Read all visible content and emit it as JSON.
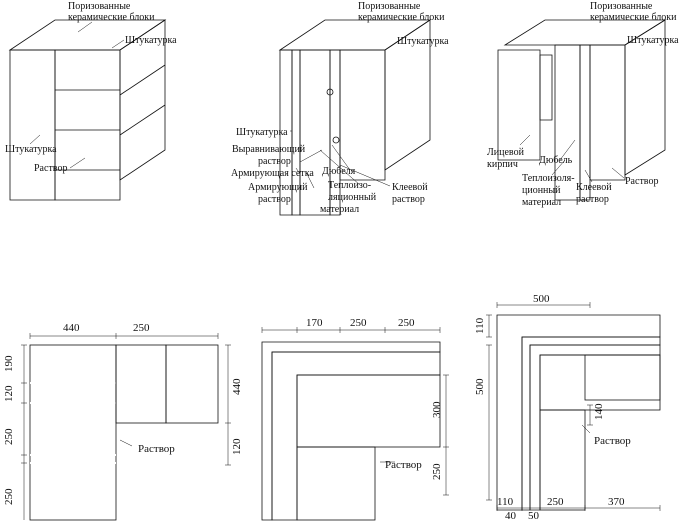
{
  "figures": {
    "fig1": {
      "blocks_label_1": "Поризованные",
      "blocks_label_2": "керамические блоки",
      "plaster_top": "Штукатурка",
      "plaster_left": "Штукатурка",
      "mortar": "Раствор"
    },
    "fig2": {
      "blocks_label_1": "Поризованные",
      "blocks_label_2": "керамические блоки",
      "plaster_top": "Штукатурка",
      "plaster_left": "Штукатурка",
      "leveling_1": "Выравнивающий",
      "leveling_2": "раствор",
      "mesh": "Армирующая сетка",
      "reinf_1": "Армирующий",
      "reinf_2": "раствор",
      "dowels": "Дюбеля",
      "insul_1": "Теплоизо-",
      "insul_2": "ляционный",
      "insul_3": "материал",
      "glue_1": "Клеевой",
      "glue_2": "раствор"
    },
    "fig3": {
      "blocks_label_1": "Поризованные",
      "blocks_label_2": "керамические блоки",
      "plaster_top": "Штукатурка",
      "facing_1": "Лицевой",
      "facing_2": "кирпич",
      "dowel": "Дюбель",
      "insul_1": "Теплоизоля-",
      "insul_2": "ционный",
      "insul_3": "материал",
      "glue_1": "Клеевой",
      "glue_2": "раствор",
      "mortar": "Раствор"
    },
    "plan1": {
      "dim_440_top": "440",
      "dim_250_top": "250",
      "dim_190": "190",
      "dim_120_a": "120",
      "dim_250_left_a": "250",
      "dim_250_left_b": "250",
      "dim_440_right": "440",
      "dim_120_right": "120",
      "mortar": "Раствор"
    },
    "plan2": {
      "dim_170": "170",
      "dim_250_a": "250",
      "dim_250_b": "250",
      "dim_300": "300",
      "dim_250_right": "250",
      "mortar": "Раствор"
    },
    "plan3": {
      "dim_500_top": "500",
      "dim_110_left": "110",
      "dim_500_left": "500",
      "dim_140": "140",
      "dim_110_bottom": "110",
      "dim_250_bottom": "250",
      "dim_370_bottom": "370",
      "dim_40": "40",
      "dim_50": "50",
      "mortar": "Раствор"
    }
  }
}
